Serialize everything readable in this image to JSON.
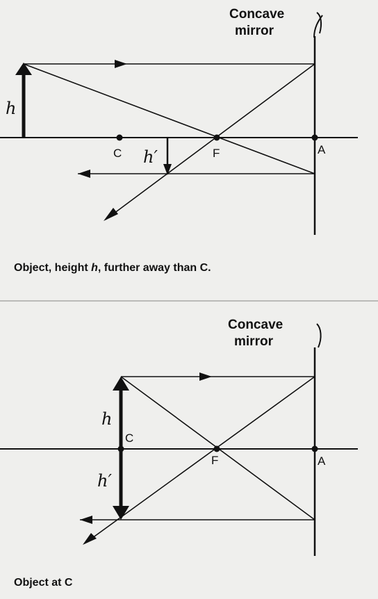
{
  "colors": {
    "ink": "#111111",
    "paper": "#efefed",
    "divider": "#9a9a98"
  },
  "diagram1": {
    "mirror_title_1": "Concave",
    "mirror_title_2": "mirror",
    "label_c": "C",
    "label_f": "F",
    "label_a": "A",
    "object_height": "h",
    "image_height": "h′",
    "caption_pre": "Object, height ",
    "caption_var": "h",
    "caption_post": ", further away than C."
  },
  "diagram2": {
    "mirror_title_1": "Concave",
    "mirror_title_2": "mirror",
    "label_c": "C",
    "label_f": "F",
    "label_a": "A",
    "object_height": "h",
    "image_height": "h′",
    "caption": "Object at C"
  }
}
